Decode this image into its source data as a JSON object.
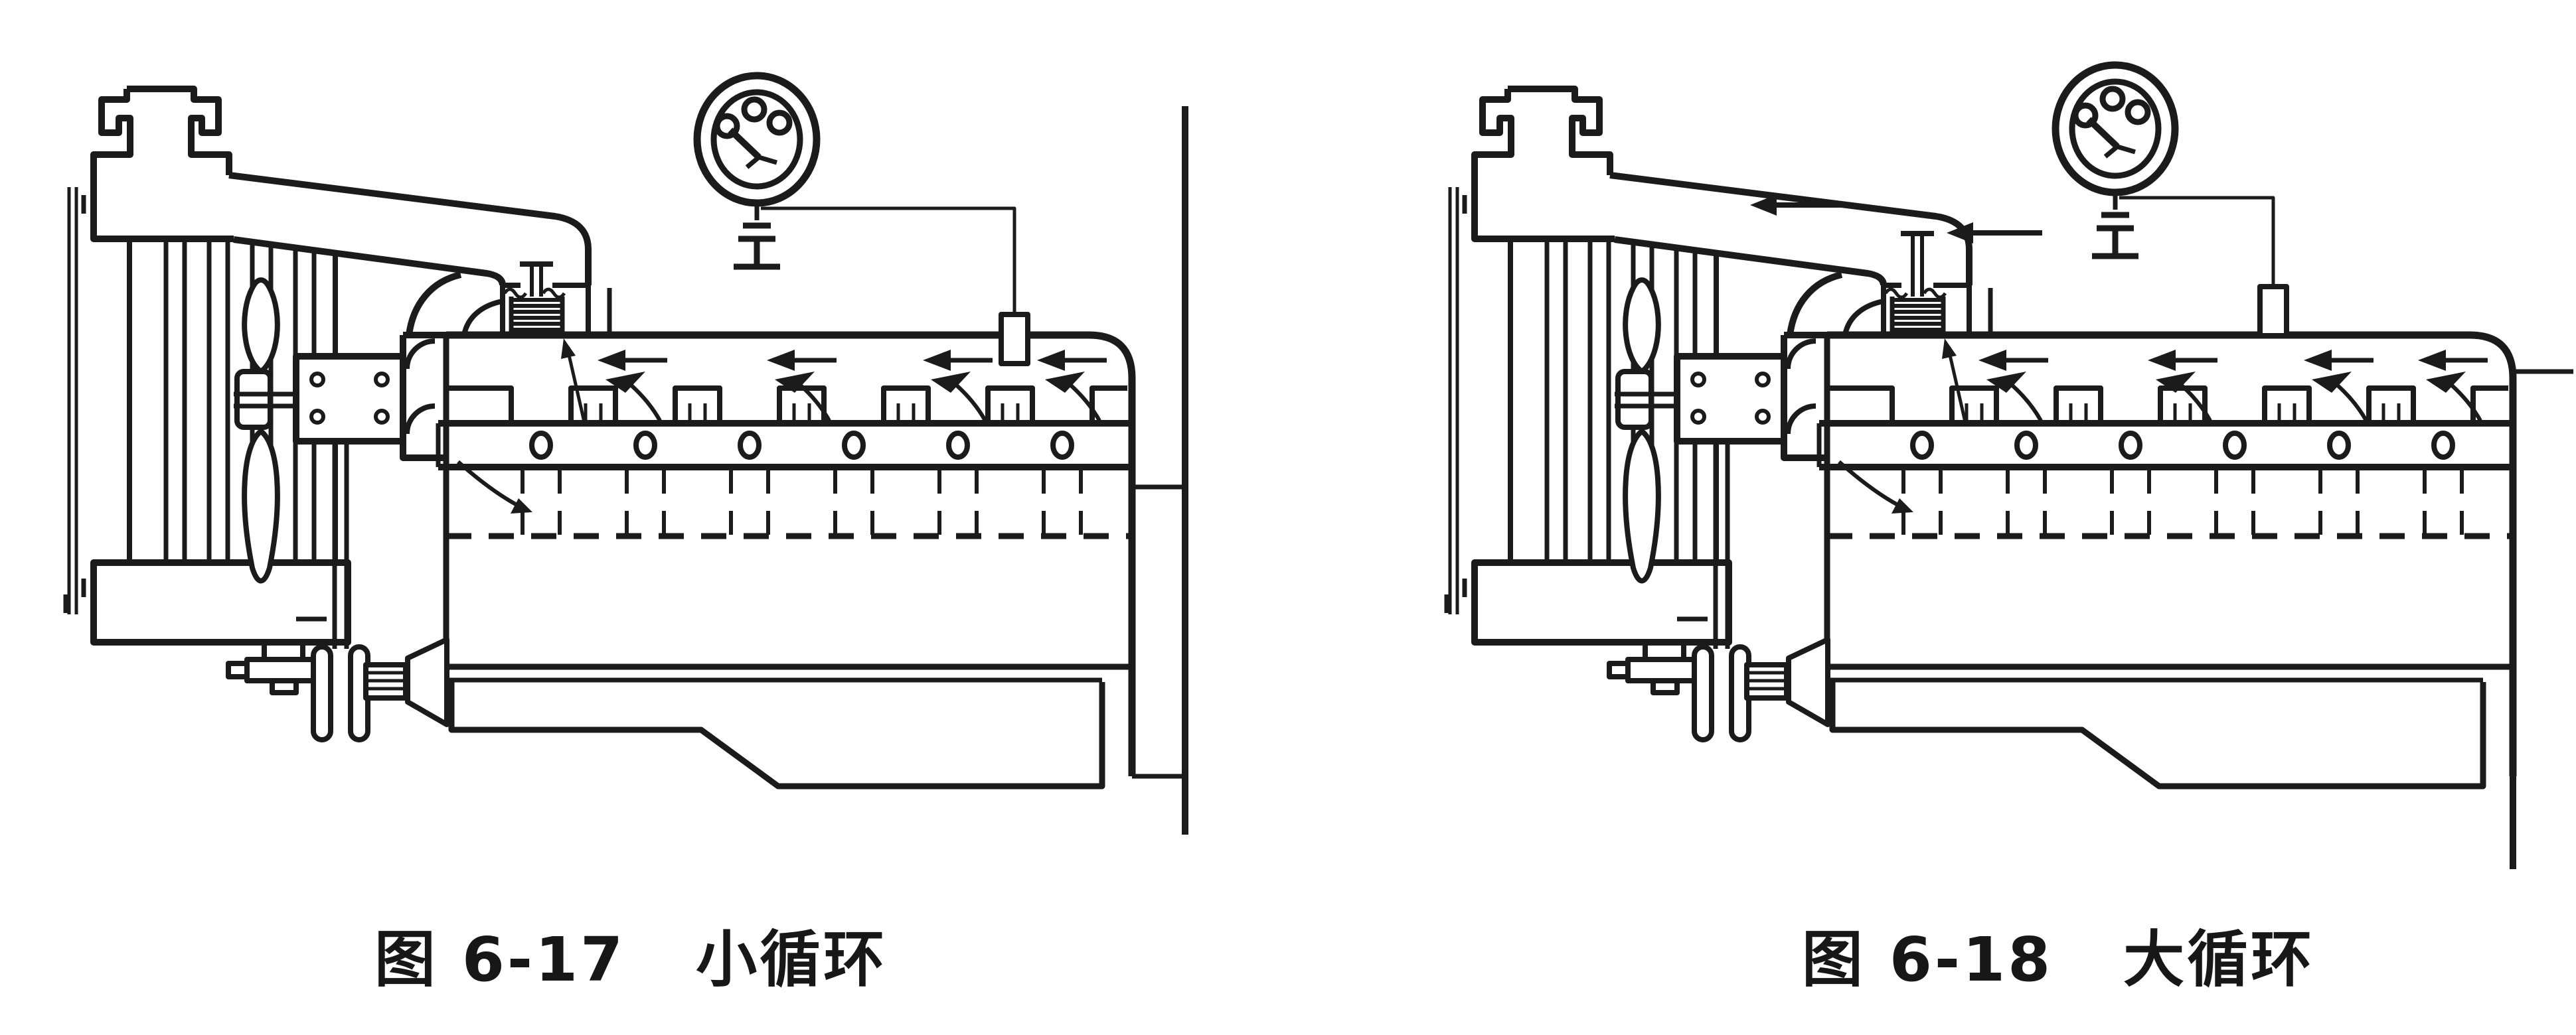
{
  "document": {
    "type": "textbook-figure-pair",
    "language": "zh-CN",
    "background": "#ffffff",
    "ink_color": "#1b1b1b"
  },
  "figures": [
    {
      "label": "图 6-17",
      "title": "小循环"
    },
    {
      "label": "图 6-18",
      "title": "大循环"
    }
  ],
  "components": [
    "radiator-cap",
    "radiator-core",
    "overflow-tube",
    "bottom-tank",
    "drain-cock",
    "cooling-fan",
    "fan-bearing-housing",
    "water-pump",
    "bypass-pipe",
    "upper-radiator-hose",
    "thermostat-bellows",
    "thermostat-valve",
    "temperature-gauge",
    "gauge-sender-wire",
    "temperature-sensor",
    "engine-block",
    "cylinder-head",
    "head-bolt-holes",
    "coolant-level-dashed-line",
    "oil-pan",
    "fan-belt",
    "crankshaft-pulley",
    "coolant-flow-arrows"
  ]
}
